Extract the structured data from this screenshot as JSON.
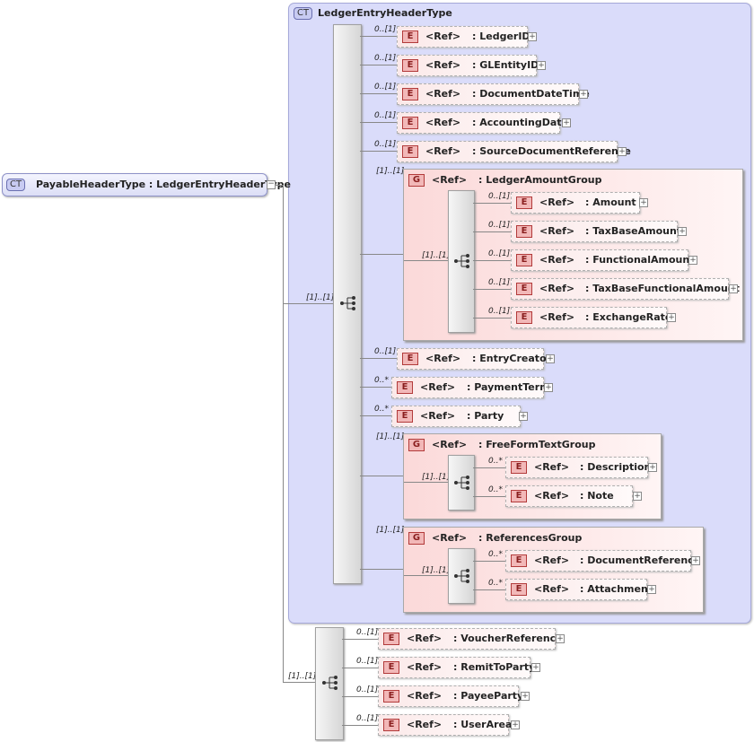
{
  "root": {
    "badge": "CT",
    "label": "PayableHeaderType : LedgerEntryHeaderType"
  },
  "ct_group": {
    "badge": "CT",
    "title": "LedgerEntryHeaderType"
  },
  "ref_label": "<Ref>",
  "colors": {
    "ct_fill": "#dadcfa",
    "element_badge": "#f2b8b8",
    "group_fill": "#fbd9d9"
  },
  "cards": {
    "main_seq": "[1]..[1]",
    "bottom_seq": "[1]..[1]",
    "amount_group": "[1]..[1]",
    "amount_seq": "[1]..[1]",
    "freeform_group": "[1]..[1]",
    "freeform_seq": "[1]..[1]",
    "refs_group": "[1]..[1]",
    "refs_seq": "[1]..[1]"
  },
  "ct_elements": [
    {
      "name": ": LedgerID",
      "card": "0..[1]"
    },
    {
      "name": ": GLEntityID",
      "card": "0..[1]"
    },
    {
      "name": ": DocumentDateTime",
      "card": "0..[1]"
    },
    {
      "name": ": AccountingDate",
      "card": "0..[1]"
    },
    {
      "name": ": SourceDocumentReference",
      "card": "0..[1]"
    },
    {
      "name": ": EntryCreator",
      "card": "0..[1]"
    },
    {
      "name": ": PaymentTerm",
      "card": "0..*"
    },
    {
      "name": ": Party",
      "card": "0..*"
    }
  ],
  "groups": {
    "amount": {
      "badge": "G",
      "name": ": LedgerAmountGroup",
      "items": [
        {
          "name": ": Amount",
          "card": "0..[1]"
        },
        {
          "name": ": TaxBaseAmount",
          "card": "0..[1]"
        },
        {
          "name": ": FunctionalAmount",
          "card": "0..[1]"
        },
        {
          "name": ": TaxBaseFunctionalAmount",
          "card": "0..[1]"
        },
        {
          "name": ": ExchangeRate",
          "card": "0..[1]"
        }
      ]
    },
    "freeform": {
      "badge": "G",
      "name": ": FreeFormTextGroup",
      "items": [
        {
          "name": ": Description",
          "card": "0..*"
        },
        {
          "name": ": Note",
          "card": "0..*"
        }
      ]
    },
    "refs": {
      "badge": "G",
      "name": ": ReferencesGroup",
      "items": [
        {
          "name": ": DocumentReference",
          "card": "0..*"
        },
        {
          "name": ": Attachment",
          "card": "0..*"
        }
      ]
    }
  },
  "bottom_elements": [
    {
      "name": ": VoucherReference",
      "card": "0..[1]"
    },
    {
      "name": ": RemitToParty",
      "card": "0..[1]"
    },
    {
      "name": ": PayeeParty",
      "card": "0..[1]"
    },
    {
      "name": ": UserArea",
      "card": "0..[1]"
    }
  ]
}
